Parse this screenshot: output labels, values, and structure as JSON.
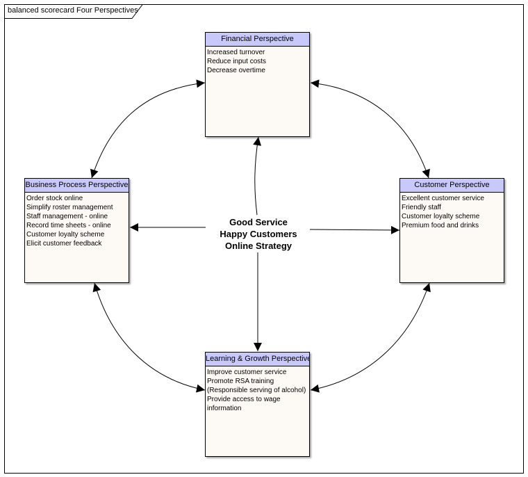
{
  "diagram": {
    "title": "balanced scorecard Four Perspectives"
  },
  "center": {
    "lines": [
      "Good Service",
      "Happy Customers",
      "Online Strategy"
    ]
  },
  "perspectives": {
    "financial": {
      "title": "Financial Perspective",
      "items": [
        "Increased turnover",
        "Reduce input costs",
        "Decrease overtime"
      ]
    },
    "business_process": {
      "title": "Business Process Perspective",
      "items": [
        "Order stock online",
        "Simplify roster management",
        "Staff management - online",
        "Record time sheets - online",
        "Customer loyalty scheme",
        "Elicit customer feedback"
      ]
    },
    "customer": {
      "title": "Customer Perspective",
      "items": [
        "Excellent customer service",
        "Friendly staff",
        "Customer loyalty scheme",
        "Premium food and drinks"
      ]
    },
    "learning_growth": {
      "title": "Learning & Growth Perspective",
      "items": [
        "Improve customer service",
        "Promote RSA training",
        "(Responsible serving of alcohol)",
        "Provide access to wage information"
      ]
    }
  },
  "colors": {
    "header_fill": "#c8c8fa",
    "box_fill": "#fdfaf6"
  }
}
